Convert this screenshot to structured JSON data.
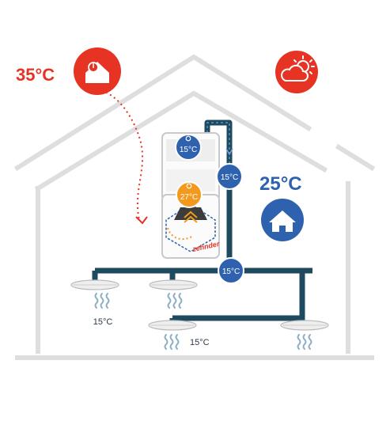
{
  "outside_temp": "35°C",
  "indoor_temp": "25°C",
  "unit_top_temp": "15°C",
  "unit_core_temp": "27°C",
  "supply_pipe_temp": "15°C",
  "distribution_temp": "15°C",
  "diffuser_left_temp": "15°C",
  "diffuser_bottom_temp": "15°C",
  "brand_label": "zehnder",
  "icons": {
    "outside_heat": "house-thermometer-icon",
    "weather": "sun-cloud-icon",
    "indoor": "house-icon",
    "airflow": "wavy-air-icon"
  },
  "colors": {
    "red": "#e63323",
    "blue": "#2f62ae",
    "orange": "#f39a1e",
    "pipe": "#1d4a5e",
    "wall": "#dcdcdc"
  }
}
